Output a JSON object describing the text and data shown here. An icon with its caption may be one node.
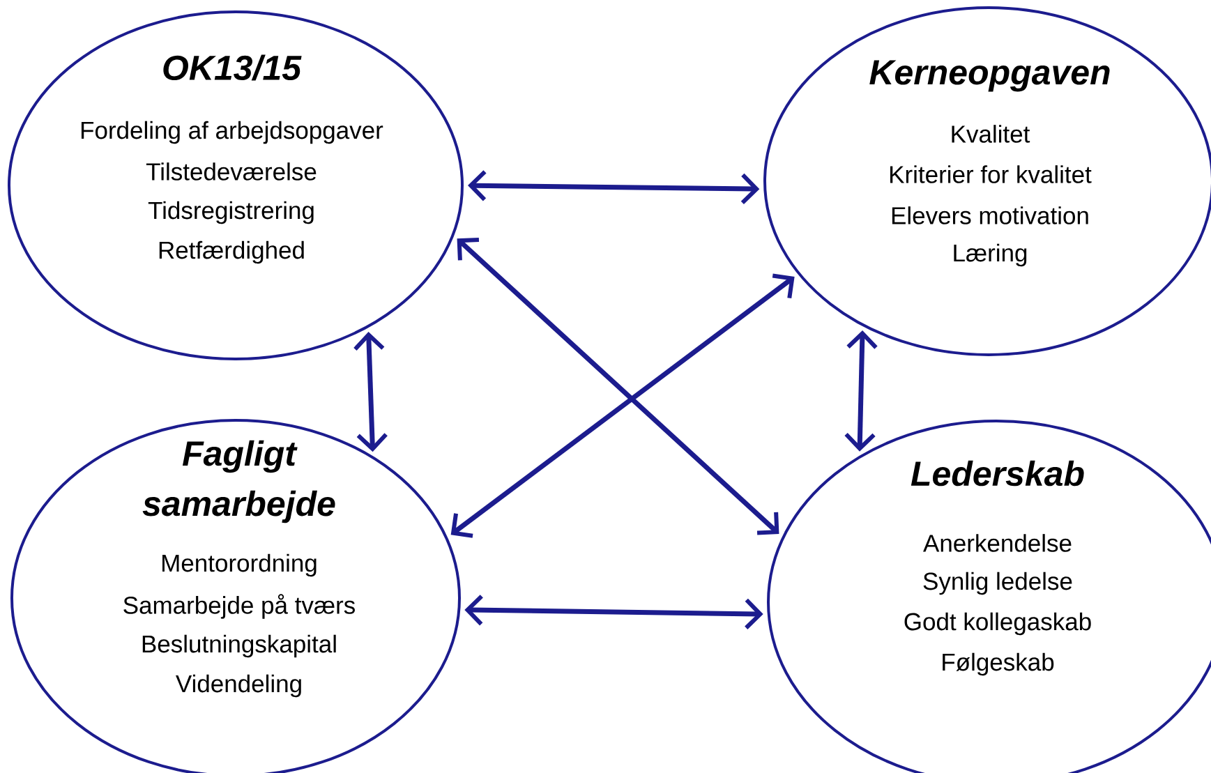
{
  "diagram": {
    "nodes": [
      {
        "text": [
          "OK13/15",
          "Fordeling af arbejdsopgaver",
          "Tilstedeværelse",
          "Tidsregistrering",
          "Retfærdighed"
        ]
      },
      {
        "text": [
          "Kerneopgaven",
          "Kvalitet",
          "Kriterier for kvalitet",
          "Elevers motivation",
          "Læring"
        ]
      },
      {
        "text": [
          "Fagligt samarbejde",
          "Mentorordning",
          "Samarbejde på tværs",
          "Beslutningskapital",
          "Videndeling"
        ]
      },
      {
        "text": [
          "Lederskab",
          "Anerkendelse",
          "Synlig ledelse",
          "Godt kollegaskab",
          "Følgeskab"
        ]
      }
    ],
    "edges": [
      {
        "from": 0,
        "to": 1,
        "arrow": "both"
      },
      {
        "from": 0,
        "to": 3,
        "arrow": "both"
      },
      {
        "from": 1,
        "to": 2,
        "arrow": "both"
      },
      {
        "from": 0,
        "to": 2,
        "arrow": "both"
      },
      {
        "from": 1,
        "to": 3,
        "arrow": "both"
      },
      {
        "from": 2,
        "to": 3,
        "arrow": "both"
      }
    ]
  }
}
